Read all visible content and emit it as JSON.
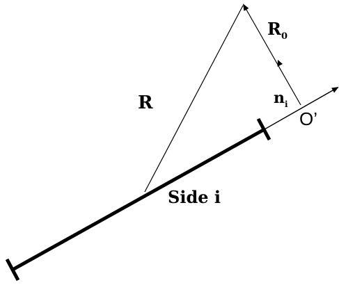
{
  "labels": {
    "R": "R",
    "R0_main": "R",
    "R0_sub": "0",
    "n_main": "n",
    "n_sub": "i",
    "O_prime": "O’",
    "side": "Side i"
  },
  "colors": {
    "ink": "#000000",
    "background": "#ffffff"
  }
}
